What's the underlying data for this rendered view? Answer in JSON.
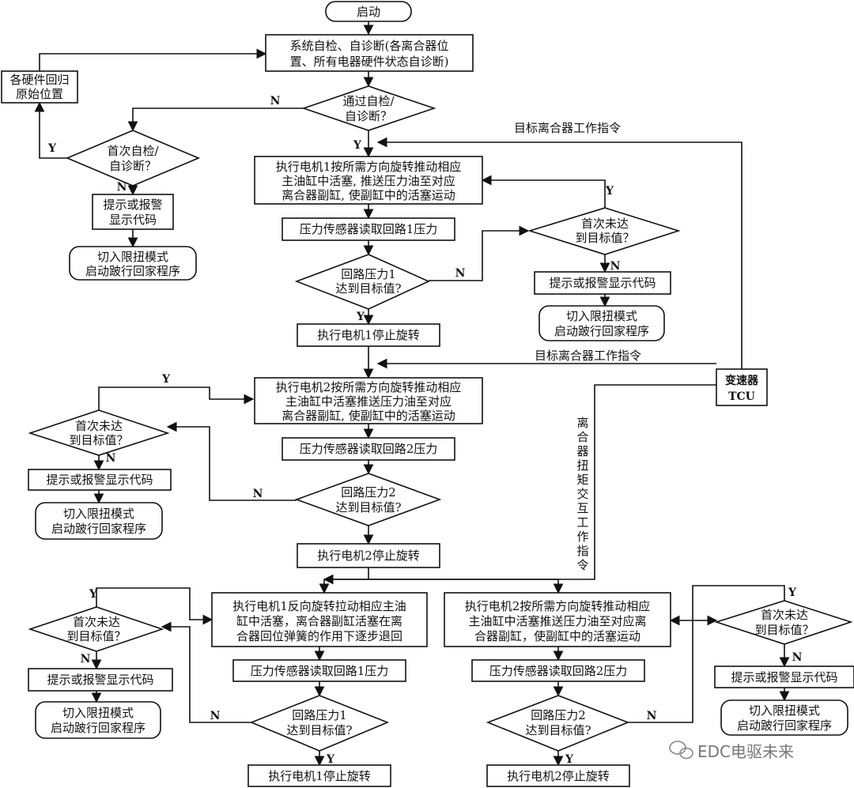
{
  "start": "启动",
  "self_check": [
    "系统自检、自诊断(各离合器位",
    "置、所有电器硬件状态自诊断)"
  ],
  "reset": [
    "各硬件回归",
    "原始位置"
  ],
  "pass_check": [
    "通过自检/",
    "自诊断？"
  ],
  "first_check": [
    "首次自检/",
    "自诊断？"
  ],
  "alarm": [
    "提示或报警",
    "显示代码"
  ],
  "limp": [
    "切入限扭模式",
    "启动跛行回家程序"
  ],
  "alarm_one_line": "提示或报警显示代码",
  "first_not_reached": [
    "首次未达",
    "到目标值？"
  ],
  "motor1_push": [
    "执行电机1按所需方向旋转推动相应",
    "主油缸中活塞, 推送压力油至对应",
    "离合器副缸, 使副缸中的活塞运动"
  ],
  "motor2_push": [
    "执行电机2按所需方向旋转推动相应",
    "主油缸中活塞推送压力油至对应",
    "离合器副缸, 使副缸中的活塞运动"
  ],
  "motor1_reverse": [
    "执行电机1反向旋转拉动相应主油",
    "缸中活塞，离合器副缸活塞在离",
    "合器回位弹簧的作用下逐步退回"
  ],
  "motor2_push_b": [
    "执行电机2按所需方向旋转推动相应",
    "主油缸中活塞推送压力油至对应离",
    "合器副缸，使副缸中的活塞运动"
  ],
  "sensor1": "压力传感器读取回路1压力",
  "sensor2": "压力传感器读取回路2压力",
  "pressure1": [
    "回路压力1",
    "达到目标值?"
  ],
  "pressure2": [
    "回路压力2",
    "达到目标值?"
  ],
  "stop1": "执行电机1停止旋转",
  "stop2": "执行电机2停止旋转",
  "tcu": [
    "变速器",
    "TCU"
  ],
  "target_cmd": "目标离合器工作指令",
  "torque_cmd": [
    "离",
    "合",
    "器",
    "扭",
    "矩",
    "交",
    "互",
    "工",
    "作",
    "指",
    "令"
  ],
  "yes": "Y",
  "no": "N",
  "watermark": "EDC电驱未来"
}
